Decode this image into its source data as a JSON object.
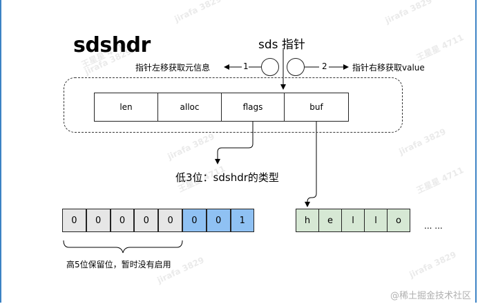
{
  "title": "sdshdr",
  "pointer_title": "sds 指针",
  "left_label": "指针左移获取元信息",
  "left_num": "1",
  "right_label": "指针右移获取value",
  "right_num": "2",
  "header_fields": [
    "len",
    "alloc",
    "flags",
    "buf"
  ],
  "flags_caption": "低3位：sdshdr的类型",
  "flag_bits": [
    "0",
    "0",
    "0",
    "0",
    "0",
    "0",
    "0",
    "1"
  ],
  "reserved_caption": "高5位保留位，暂时没有启用",
  "buf_chars": [
    "h",
    "e",
    "l",
    "l",
    "o"
  ],
  "buf_more": "... ...",
  "watermarks": [
    "王星星 4711",
    "jirafa 3829"
  ],
  "credit": "@稀土掘金技术社区",
  "colors": {
    "reserved_bits": "#e6e6e6",
    "type_bits": "#8fc1f3",
    "buf_chars": "#d6e8d4",
    "frame": "#3b82c4"
  }
}
